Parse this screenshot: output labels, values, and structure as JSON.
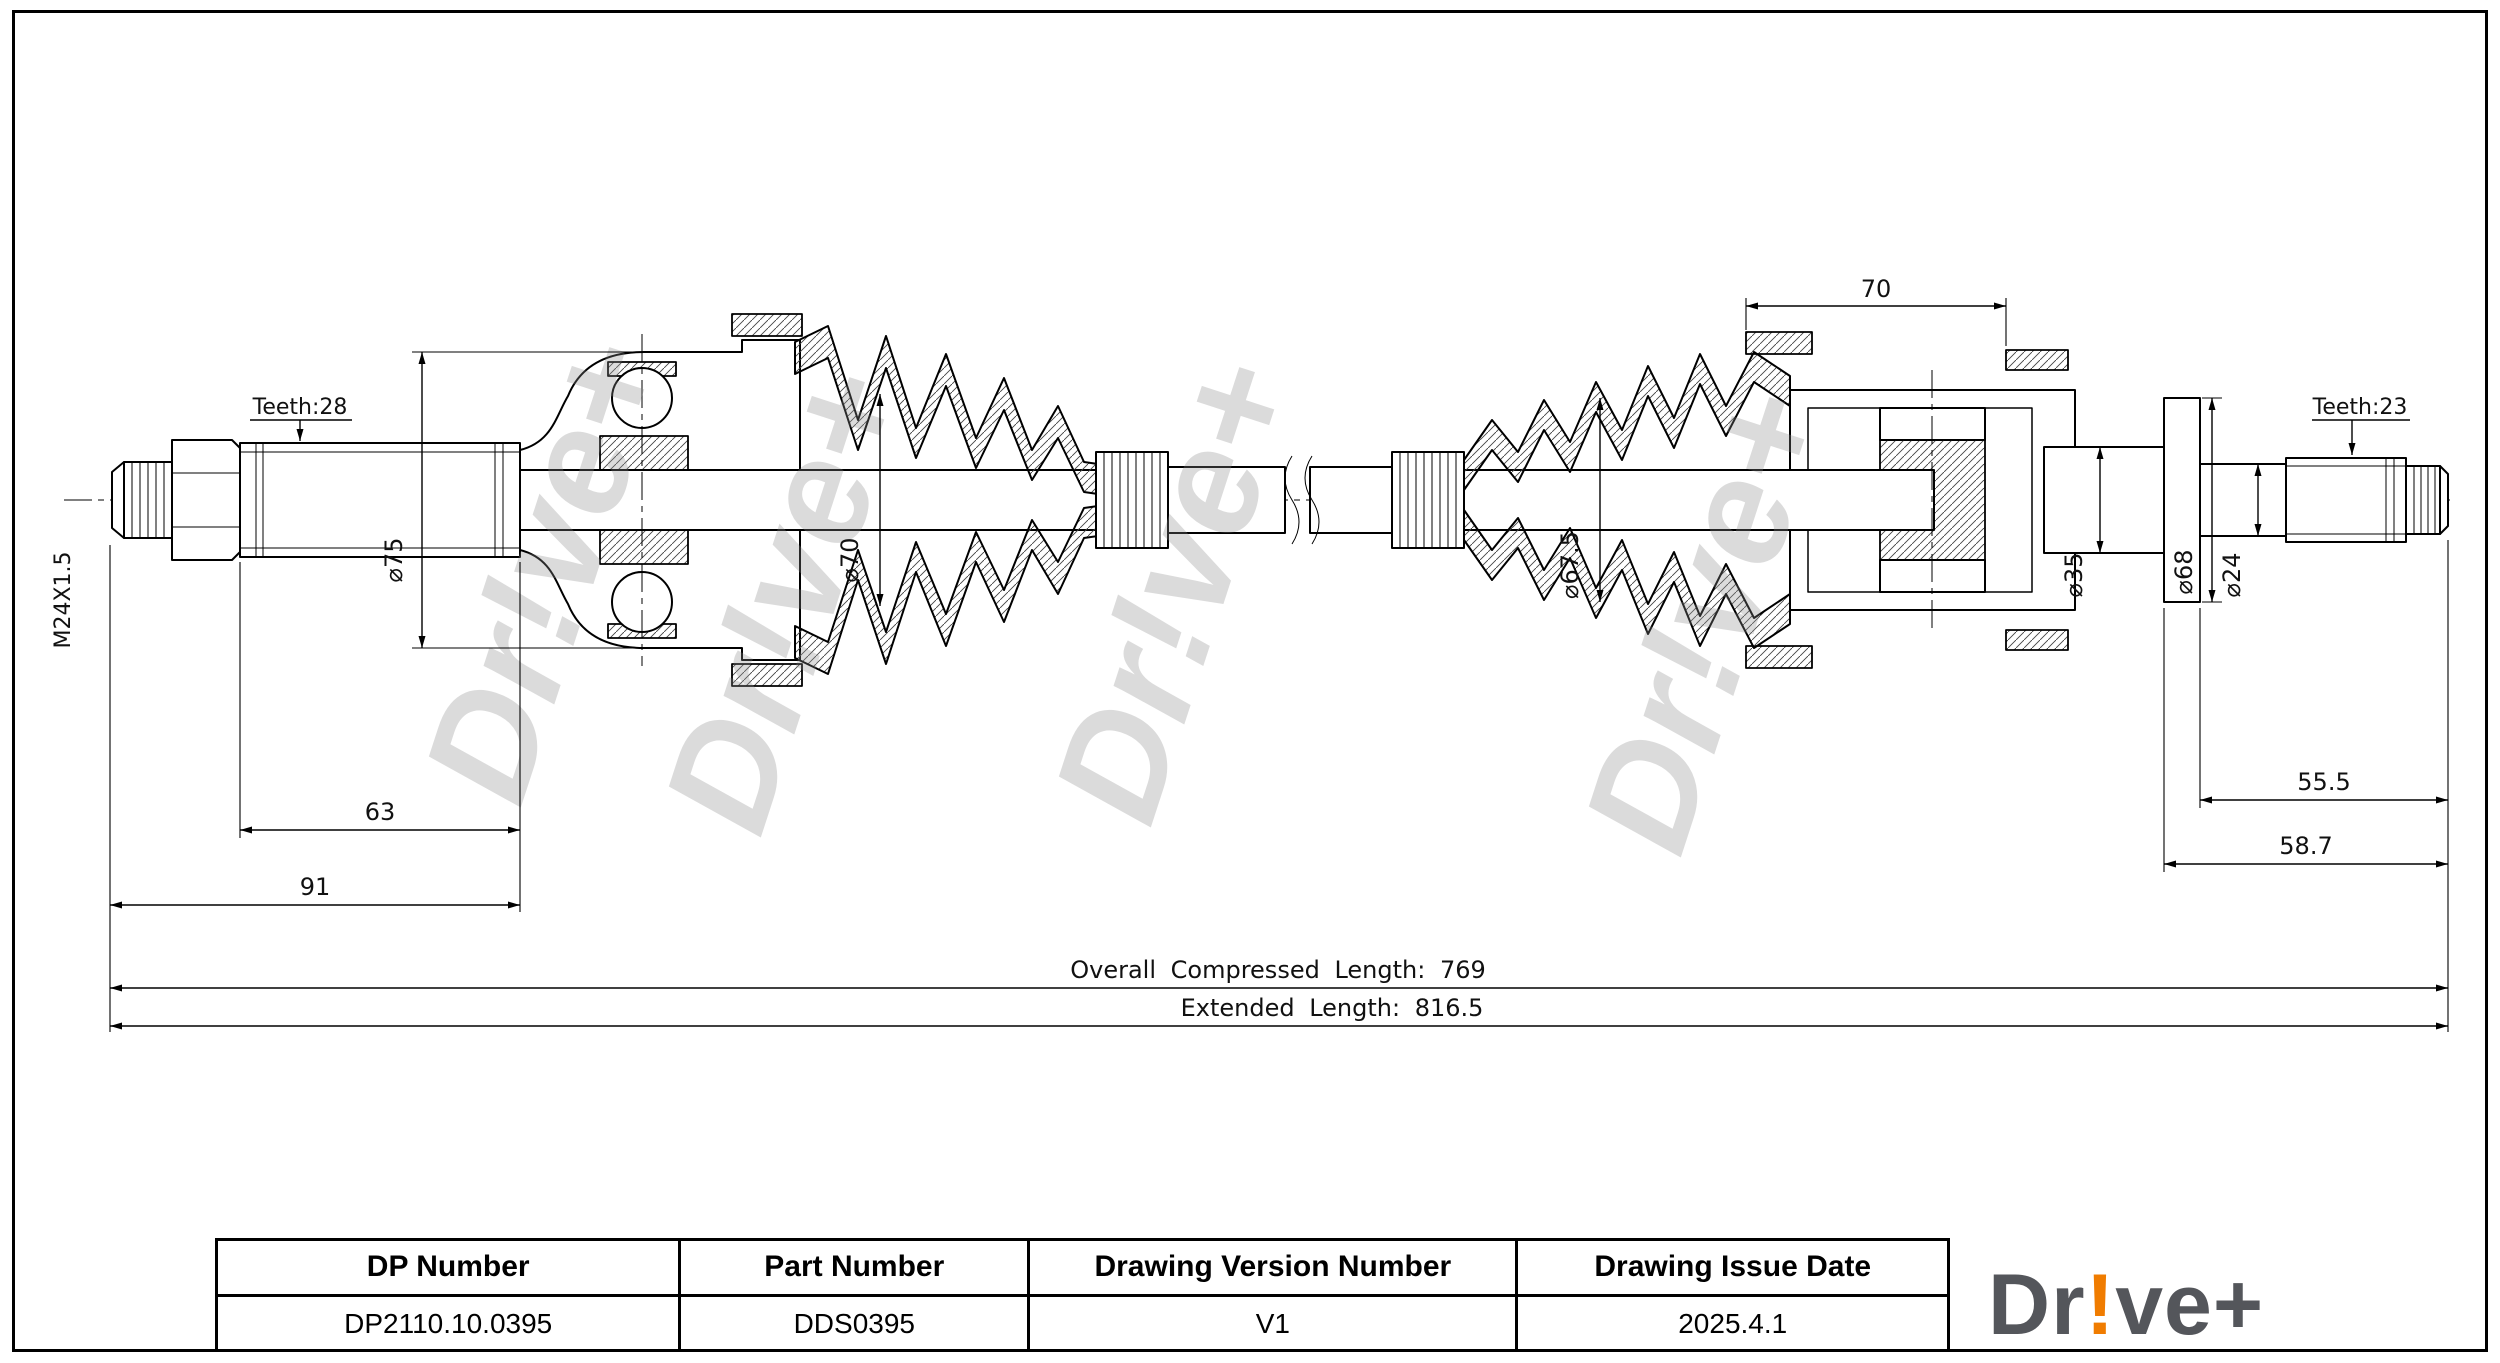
{
  "page": {
    "background": "#ffffff",
    "line_color": "#000000"
  },
  "watermark": {
    "text": "Dr!ve+"
  },
  "drawing": {
    "annotations": {
      "teeth_left": "Teeth:28",
      "teeth_right": "Teeth:23",
      "thread_spec": "M24X1.5",
      "dia_housing_left": "⌀75",
      "dia_boot_left": "⌀70",
      "dia_boot_right": "⌀67.5",
      "dia_output_seat": "⌀35",
      "dia_output_flange": "⌀68",
      "dia_output_shaft": "⌀24",
      "len_joint_right": "70",
      "len_spline_left": "63",
      "len_left_end": "91",
      "len_spline_right": "55.5",
      "len_thread_right": "58.7",
      "overall_compressed": "Overall Compressed Length: 769",
      "extended": "Extended Length: 816.5"
    }
  },
  "title_block": {
    "columns": [
      {
        "header": "DP Number",
        "value": "DP2110.10.0395"
      },
      {
        "header": "Part Number",
        "value": "DDS0395"
      },
      {
        "header": "Drawing Version Number",
        "value": "V1"
      },
      {
        "header": "Drawing Issue Date",
        "value": "2025.4.1"
      }
    ]
  },
  "logo": {
    "prefix": "Dr",
    "bang": "!",
    "suffix": "ve+",
    "text_color": "#54565b",
    "accent_color": "#f07c00"
  }
}
